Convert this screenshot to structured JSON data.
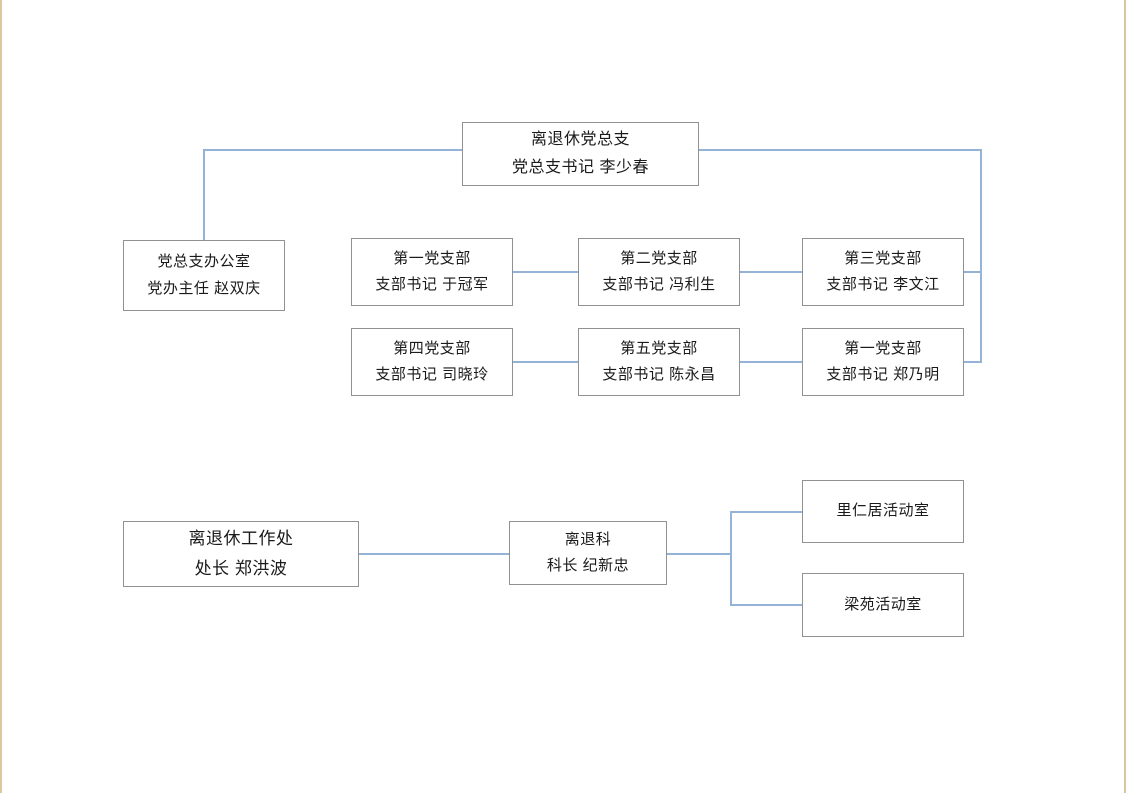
{
  "page": {
    "edge_color": "#d9c7a0",
    "background": "#ffffff"
  },
  "colors": {
    "connector": "#95b3d7",
    "box_border": "#919191",
    "text": "#1a1a1a"
  },
  "nodes": {
    "party_committee": {
      "line1": "离退休党总支",
      "line2": "党总支书记 李少春"
    },
    "party_office": {
      "line1": "党总支办公室",
      "line2": "党办主任 赵双庆"
    },
    "branch_1": {
      "line1": "第一党支部",
      "line2": "支部书记 于冠军"
    },
    "branch_2": {
      "line1": "第二党支部",
      "line2": "支部书记 冯利生"
    },
    "branch_3": {
      "line1": "第三党支部",
      "line2": "支部书记 李文江"
    },
    "branch_4": {
      "line1": "第四党支部",
      "line2": "支部书记 司晓玲"
    },
    "branch_5": {
      "line1": "第五党支部",
      "line2": "支部书记 陈永昌"
    },
    "branch_6": {
      "line1": "第一党支部",
      "line2": "支部书记 郑乃明"
    },
    "retiree_office": {
      "line1": "离退休工作处",
      "line2": "处长 郑洪波"
    },
    "retiree_section": {
      "line1": "离退科",
      "line2": "科长 纪新忠"
    },
    "activity_room_1": {
      "line1": "里仁居活动室"
    },
    "activity_room_2": {
      "line1": "梁苑活动室"
    }
  },
  "edges": [
    {
      "from": "party_committee",
      "to": "party_office"
    },
    {
      "from": "party_committee",
      "to": "branch_3"
    },
    {
      "from": "party_committee",
      "to": "branch_6"
    },
    {
      "from": "branch_1",
      "to": "branch_2"
    },
    {
      "from": "branch_2",
      "to": "branch_3"
    },
    {
      "from": "branch_4",
      "to": "branch_5"
    },
    {
      "from": "branch_5",
      "to": "branch_6"
    },
    {
      "from": "retiree_office",
      "to": "retiree_section"
    },
    {
      "from": "retiree_section",
      "to": "activity_room_1"
    },
    {
      "from": "retiree_section",
      "to": "activity_room_2"
    }
  ]
}
